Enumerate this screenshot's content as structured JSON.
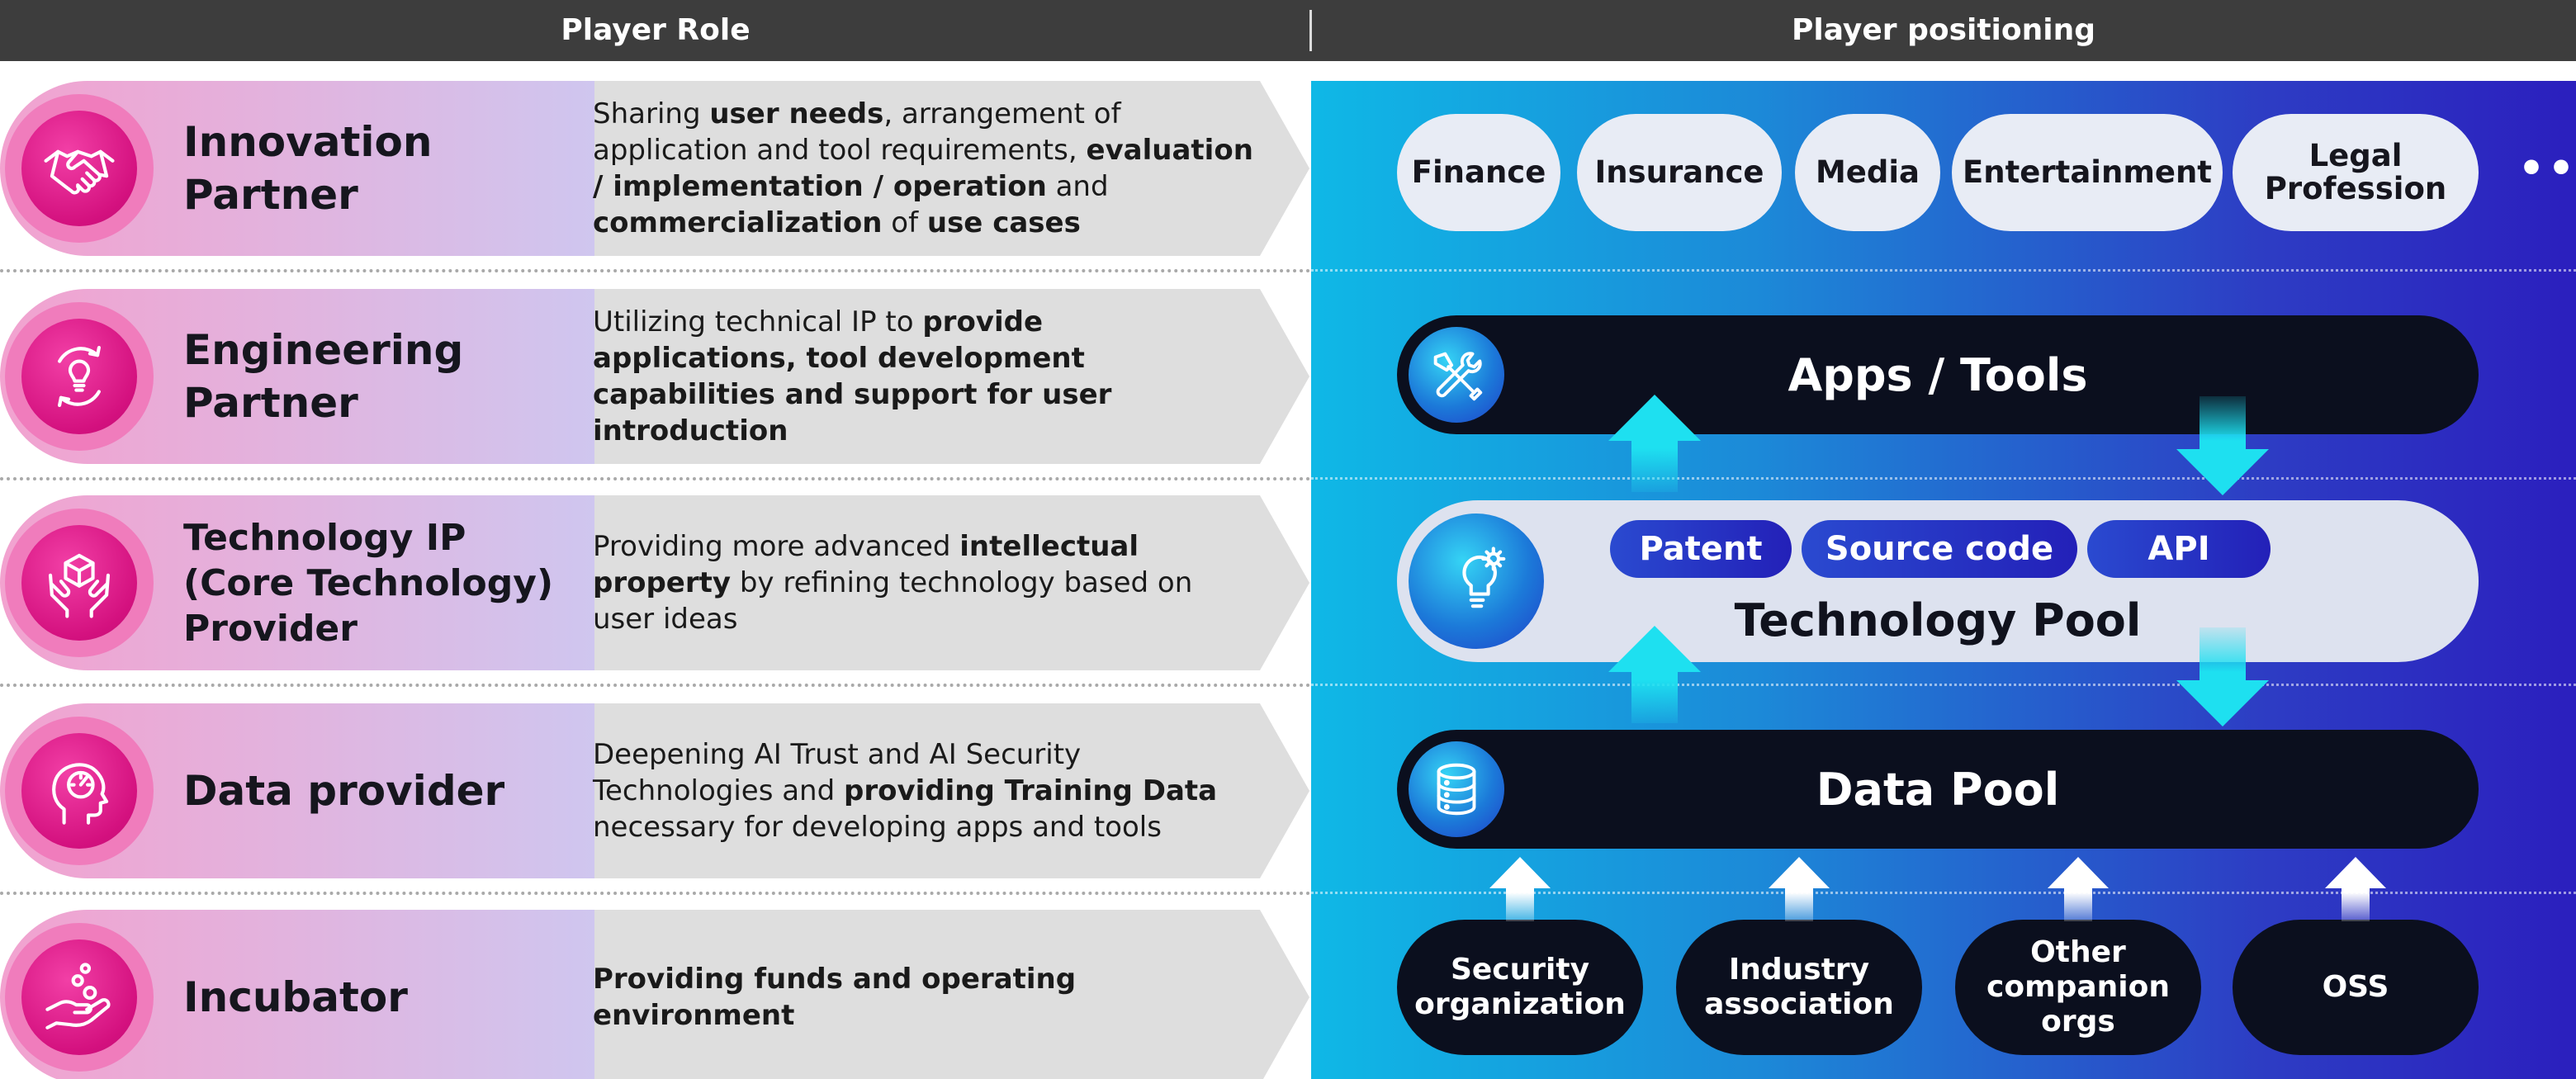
{
  "header": {
    "left_title": "Player Role",
    "right_title": "Player positioning"
  },
  "roles": [
    {
      "title": "Innovation\nPartner",
      "icon": "handshake-icon",
      "description_parts": [
        {
          "text": "Sharing ",
          "bold": false
        },
        {
          "text": "user needs",
          "bold": true
        },
        {
          "text": ", arrangement of application and tool requirements, ",
          "bold": false
        },
        {
          "text": "evaluation / implementation / operation",
          "bold": true
        },
        {
          "text": " and ",
          "bold": false
        },
        {
          "text": "commercialization",
          "bold": true
        },
        {
          "text": " of ",
          "bold": false
        },
        {
          "text": "use cases",
          "bold": true
        }
      ]
    },
    {
      "title": "Engineering\nPartner",
      "icon": "lightbulb-cycle-icon",
      "description_parts": [
        {
          "text": "Utilizing technical IP to ",
          "bold": false
        },
        {
          "text": "provide applications, tool development capabilities and support for user introduction",
          "bold": true
        }
      ]
    },
    {
      "title": "Technology IP\n(Core Technology)\nProvider",
      "icon": "hands-cube-icon",
      "description_parts": [
        {
          "text": "Providing more advanced ",
          "bold": false
        },
        {
          "text": "intellectual property",
          "bold": true
        },
        {
          "text": " by refining technology based on user ideas",
          "bold": false
        }
      ]
    },
    {
      "title": "Data provider",
      "icon": "head-gauge-icon",
      "description_parts": [
        {
          "text": "Deepening AI Trust and AI Security Technologies and ",
          "bold": false
        },
        {
          "text": "providing Training Data",
          "bold": true
        },
        {
          "text": " necessary for developing apps and tools",
          "bold": false
        }
      ]
    },
    {
      "title": "Incubator",
      "icon": "hand-coins-icon",
      "description_parts": [
        {
          "text": "Providing funds and operating environment",
          "bold": true
        }
      ]
    }
  ],
  "positioning": {
    "industries": [
      "Finance",
      "Insurance",
      "Media",
      "Entertainment",
      "Legal\nProfession"
    ],
    "more_indicator": "•••",
    "apps_tools": {
      "title": "Apps / Tools",
      "icon": "tools-icon"
    },
    "technology_pool": {
      "title": "Technology Pool",
      "icon": "lightbulb-gear-icon",
      "chips": [
        "Patent",
        "Source code",
        "API"
      ]
    },
    "data_pool": {
      "title": "Data Pool",
      "icon": "database-icon"
    },
    "organizations": [
      "Security\norganization",
      "Industry\nassociation",
      "Other\ncompanion\norgs",
      "OSS"
    ]
  },
  "colors": {
    "header_bg": "#3d3d3d",
    "role_accent": "#d4117f",
    "panel_left": "#0fb8e6",
    "panel_right": "#2b1fbe",
    "arrow": "#1ee0f0",
    "dark_bar": "#0b0f1e"
  }
}
